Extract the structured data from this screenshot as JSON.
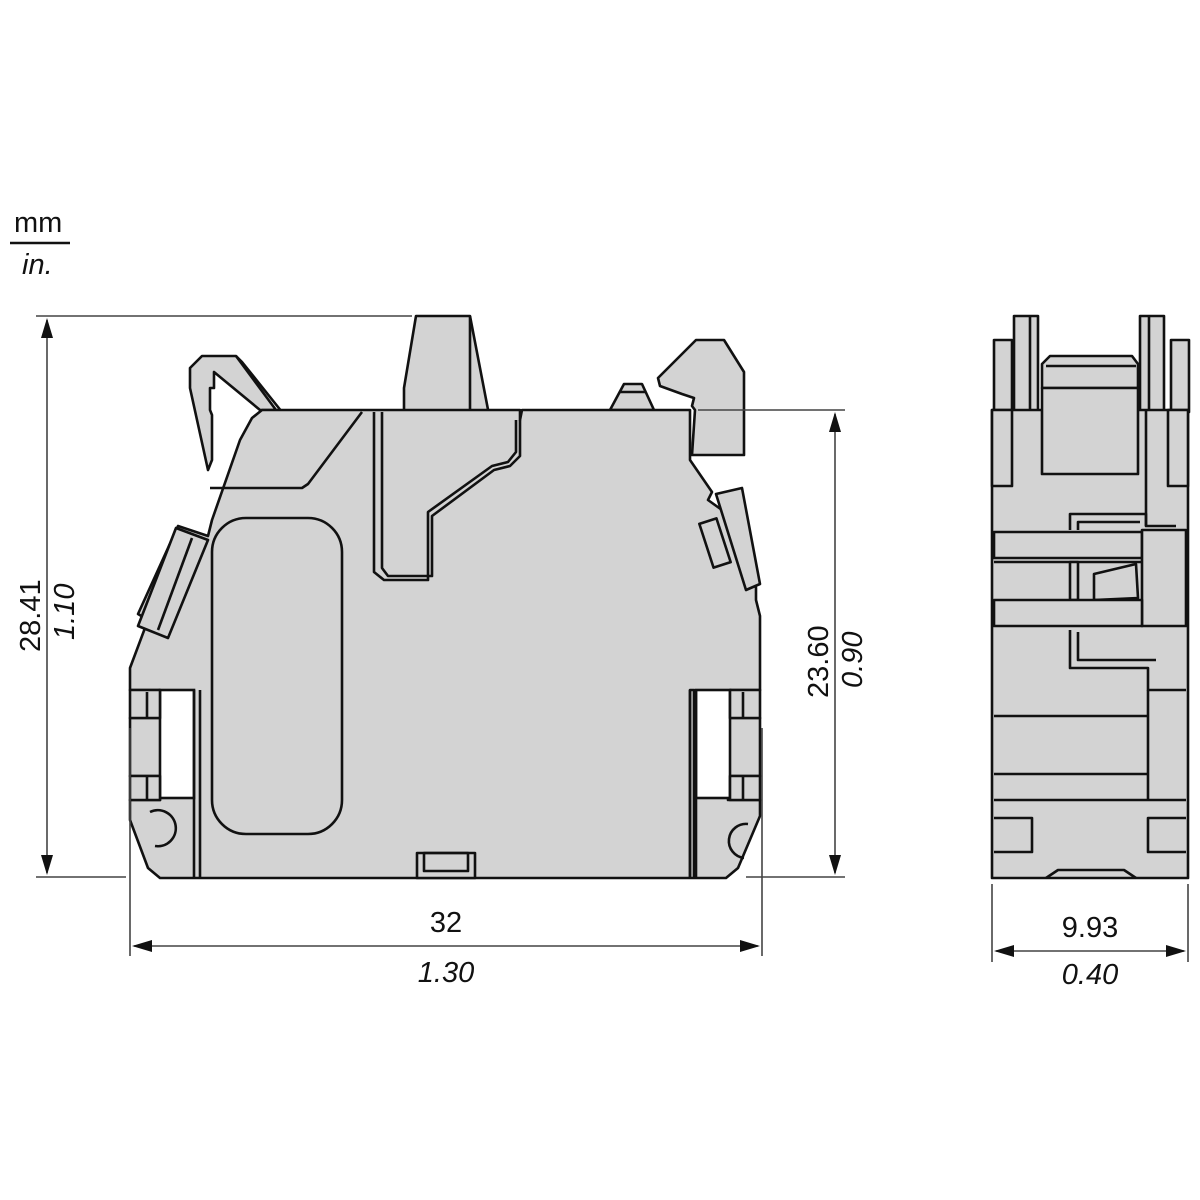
{
  "units": {
    "primary": "mm",
    "secondary": "in."
  },
  "front_view": {
    "overall_height": {
      "mm": "28.41",
      "in": "1.10"
    },
    "body_height": {
      "mm": "23.60",
      "in": "0.90"
    },
    "width": {
      "mm": "32",
      "in": "1.30"
    }
  },
  "side_view": {
    "depth": {
      "mm": "9.93",
      "in": "0.40"
    }
  },
  "colors": {
    "part_fill": "#d3d3d3",
    "outline": "#111111",
    "dimension_line": "#444444"
  }
}
